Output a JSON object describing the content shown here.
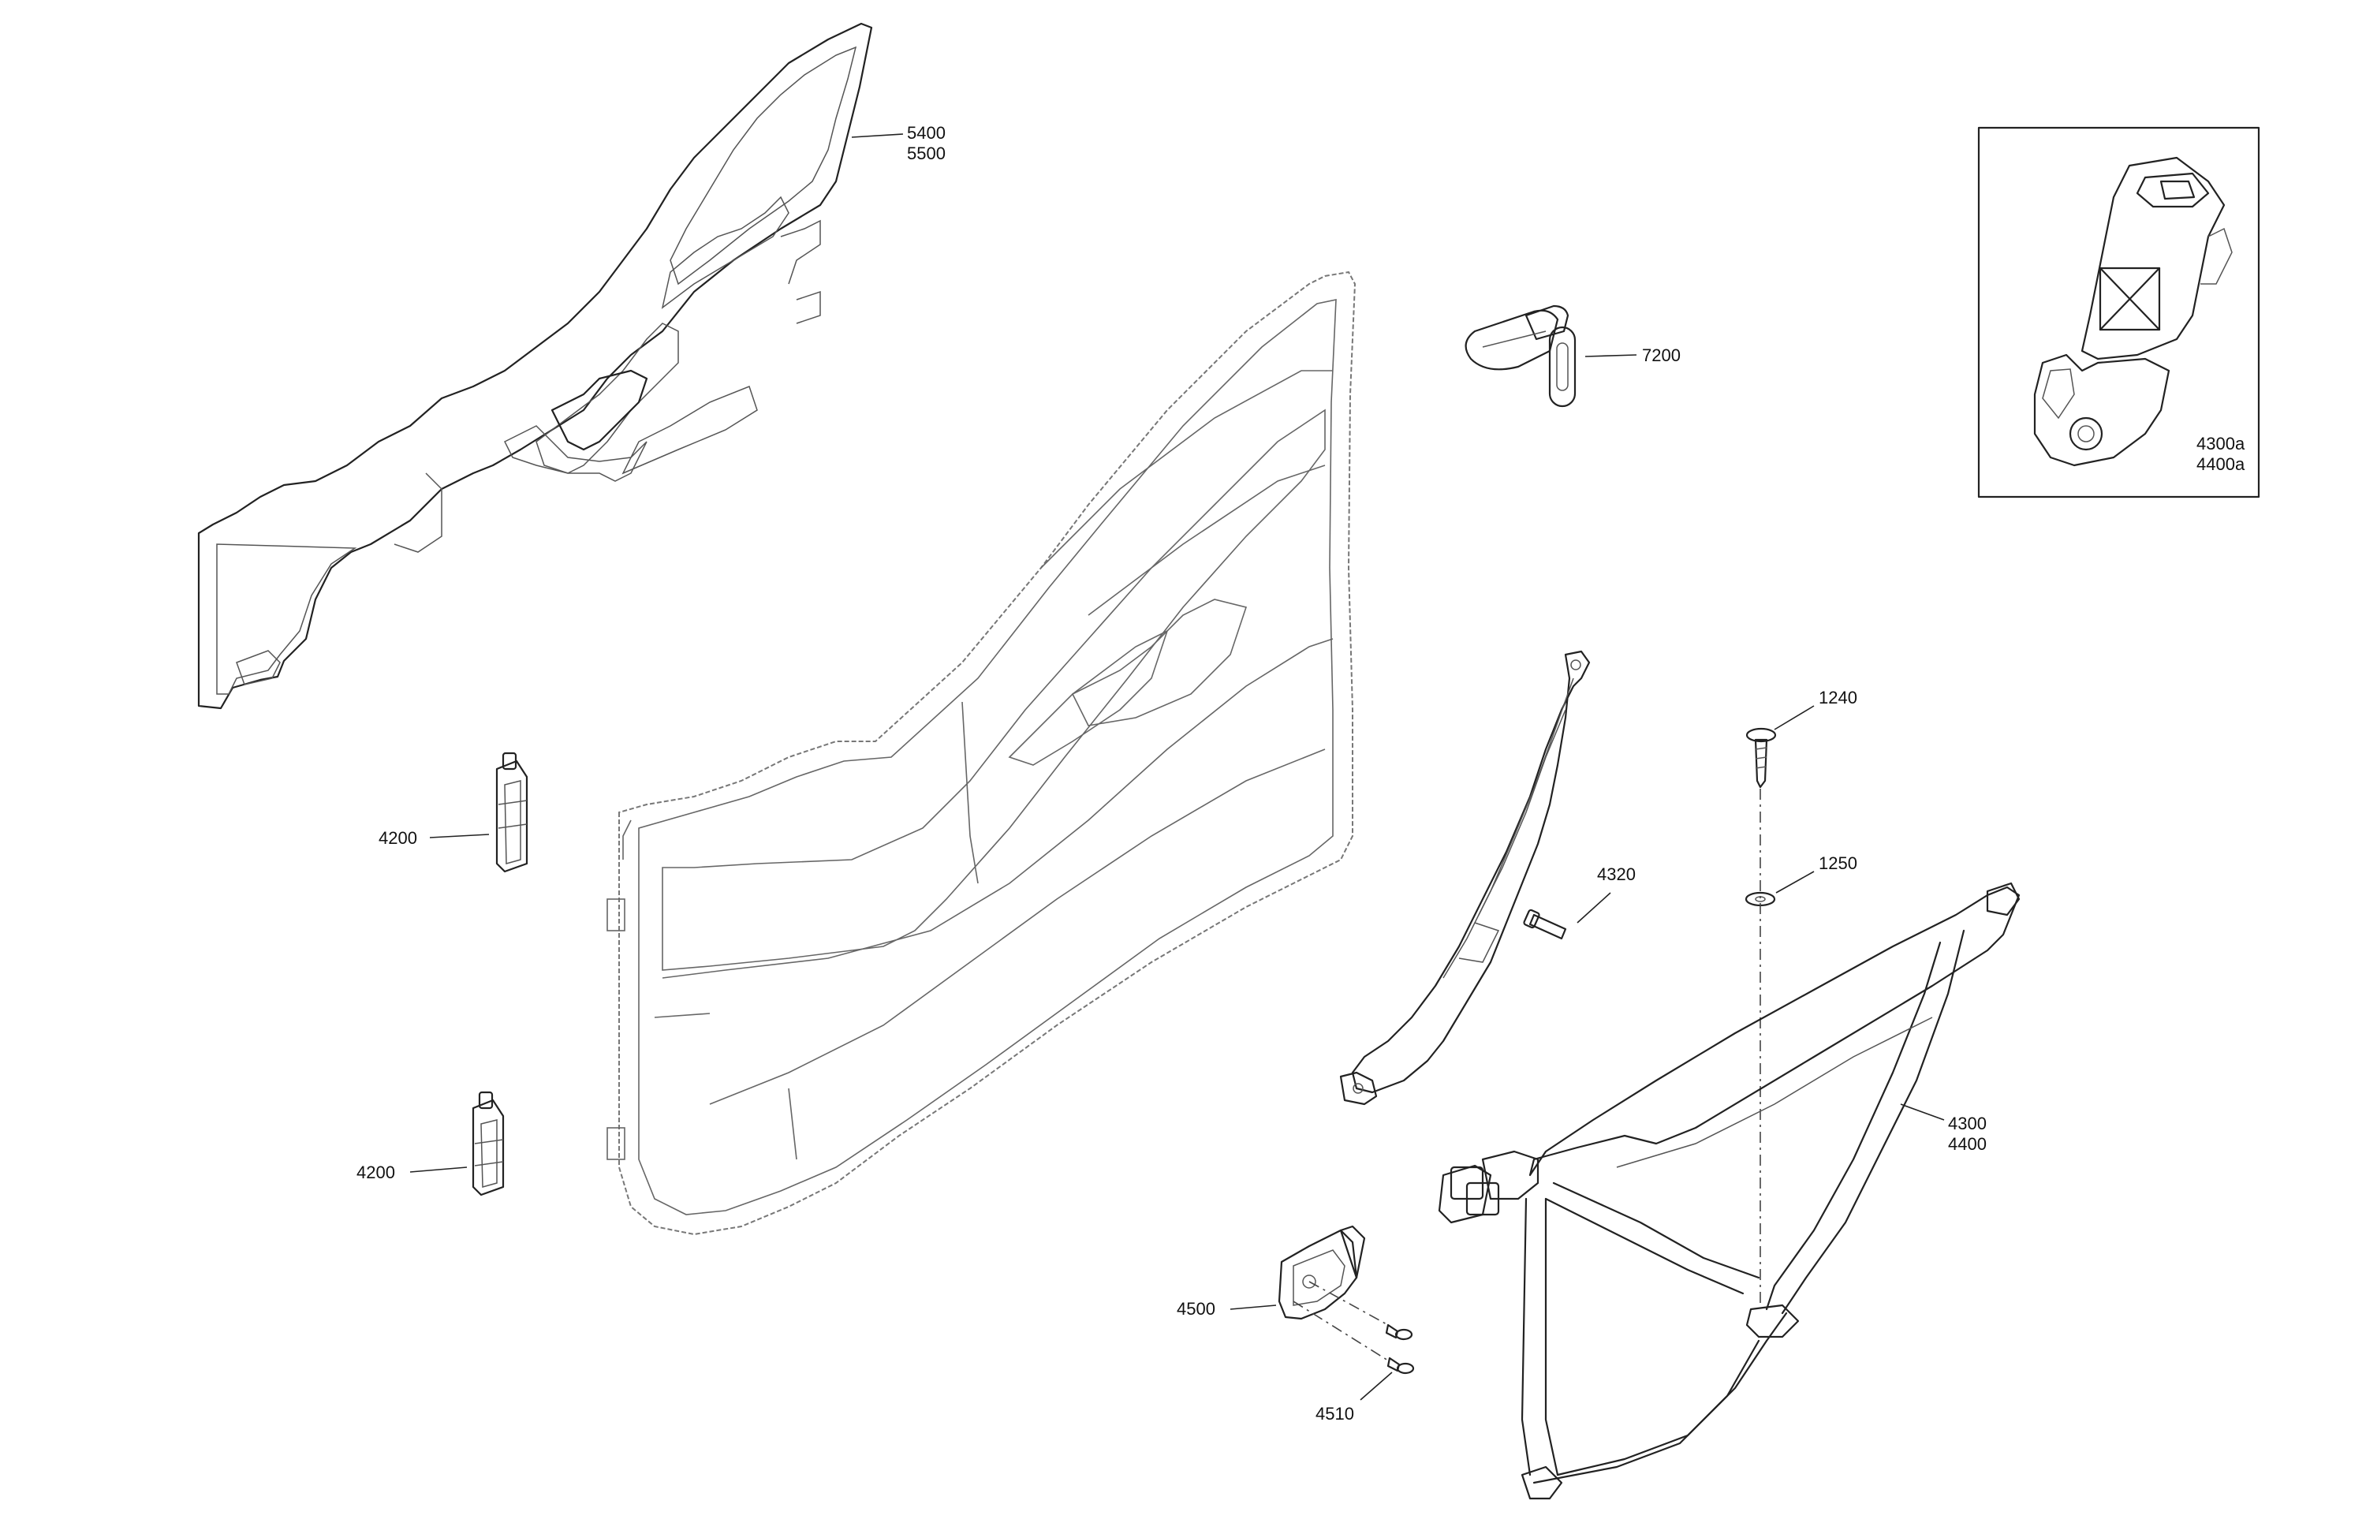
{
  "labels": {
    "l5400": "5400",
    "l5500": "5500",
    "l7200": "7200",
    "l4300a": "4300a",
    "l4400a": "4400a",
    "l1240": "1240",
    "l1250": "1250",
    "l4320": "4320",
    "l4200_top": "4200",
    "l4200_bottom": "4200",
    "l4300": "4300",
    "l4400": "4400",
    "l4500": "4500",
    "l4510": "4510"
  }
}
